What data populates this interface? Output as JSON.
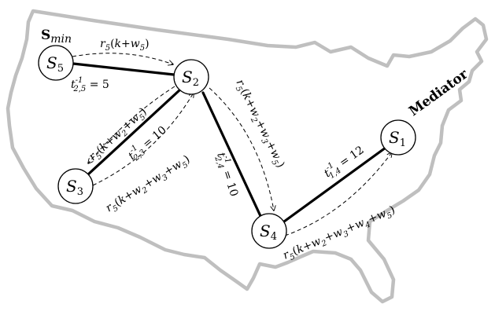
{
  "colors": {
    "map_outline": "#bfbfbf",
    "ink": "#000000"
  },
  "labels": {
    "smin_s": "S",
    "smin_sub": "min",
    "mediator": "Mediator"
  },
  "nodes": [
    {
      "id": "s5",
      "letter": "S",
      "index": "5"
    },
    {
      "id": "s2",
      "letter": "S",
      "index": "2"
    },
    {
      "id": "s3",
      "letter": "S",
      "index": "3"
    },
    {
      "id": "s4",
      "letter": "S",
      "index": "4"
    },
    {
      "id": "s1",
      "letter": "S",
      "index": "1"
    }
  ],
  "edges": [
    {
      "id": "e25",
      "t": "t",
      "sup": "-1",
      "sub": "2,5",
      "rest": " = 5"
    },
    {
      "id": "e23",
      "t": "t",
      "sup": "-1",
      "sub": "2,3",
      "rest": " = 10"
    },
    {
      "id": "e24",
      "t": "t",
      "sup": "-1",
      "sub": "2,4",
      "rest": " = 10"
    },
    {
      "id": "e14",
      "t": "t",
      "sup": "-1",
      "sub": "1,4",
      "rest": " = 12"
    }
  ],
  "messages": [
    {
      "id": "m52",
      "r": "r",
      "rsub": "5",
      "open": "(",
      "k": "k",
      "terms": "+w",
      "w1": "5",
      "close": ")"
    },
    {
      "id": "m23",
      "r": "r",
      "rsub": "5",
      "open": "(",
      "k": "k",
      "terms": "+w",
      "w1": "2",
      "plus": "+w",
      "w2": "5",
      "close": ")"
    },
    {
      "id": "m32",
      "r": "r",
      "rsub": "5",
      "open": "(",
      "k": "k",
      "terms": "+w",
      "w1": "2",
      "plus": "+w",
      "w2": "3",
      "plus2": "+w",
      "w3": "5",
      "close": ")"
    },
    {
      "id": "m24",
      "r": "r",
      "rsub": "5",
      "open": "(",
      "k": "k",
      "terms": "+w",
      "w1": "2",
      "plus": "+w",
      "w2": "3",
      "plus2": "+w",
      "w3": "5",
      "close": ")"
    },
    {
      "id": "m41",
      "r": "r",
      "rsub": "5",
      "open": "(",
      "k": "k",
      "terms": "+w",
      "w1": "2",
      "plus": "+w",
      "w2": "3",
      "plus2": "+w",
      "w3": "4",
      "plus3": "+w",
      "w4": "5",
      "close": ")"
    }
  ]
}
